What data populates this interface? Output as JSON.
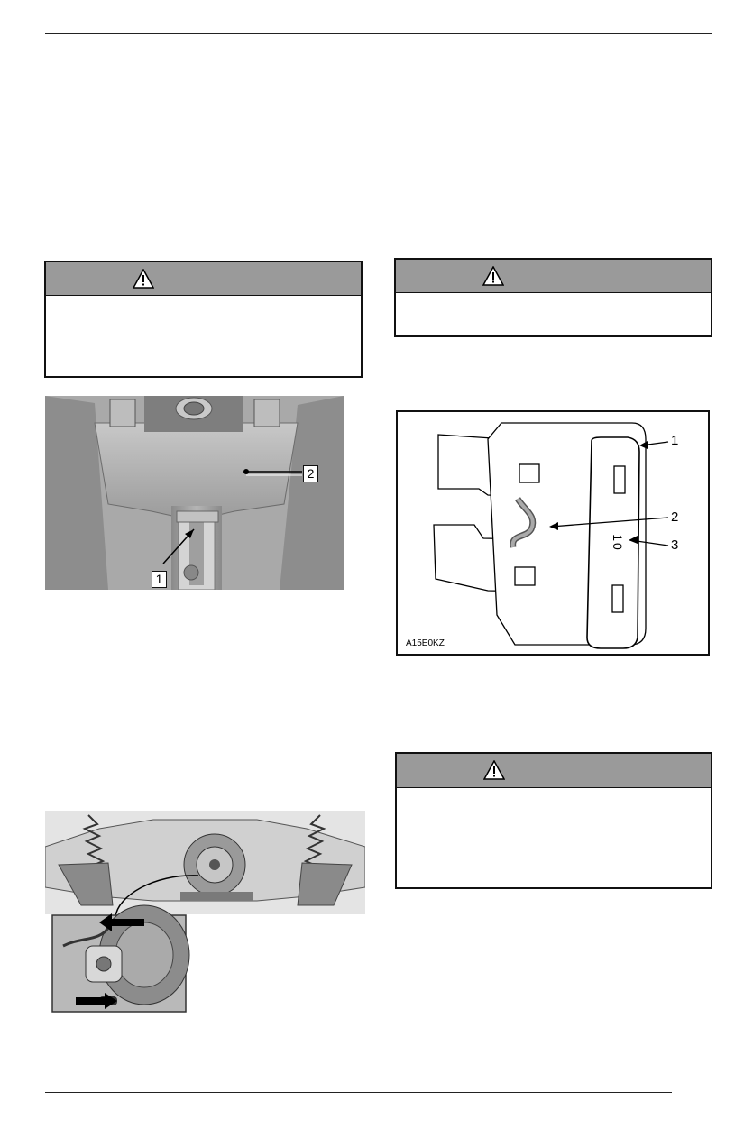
{
  "warnings": [
    {
      "id": "warning-1",
      "icon": "warning-triangle-icon"
    },
    {
      "id": "warning-2",
      "icon": "warning-triangle-icon"
    },
    {
      "id": "warning-3",
      "icon": "warning-triangle-icon"
    }
  ],
  "figure_left_top": {
    "callouts": [
      "1",
      "2"
    ]
  },
  "figure_fuse": {
    "code": "A15E0KZ",
    "callouts": [
      "1",
      "2",
      "3"
    ],
    "rating_marking": "10"
  },
  "figure_left_bottom": {
    "arrows": [
      "arrow-right-icon",
      "arrow-left-icon"
    ]
  },
  "colors": {
    "warning_header": "#9a9a9a",
    "border": "#111111"
  }
}
